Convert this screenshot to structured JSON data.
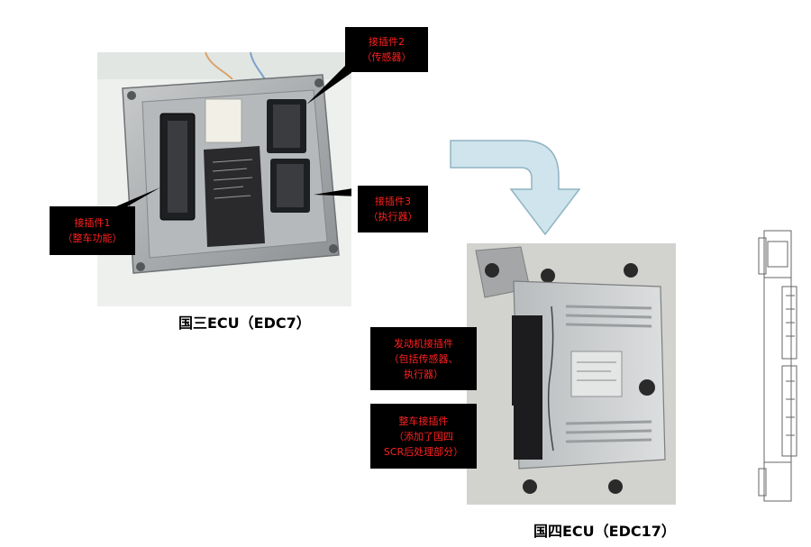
{
  "left_ecu": {
    "caption": "国三ECU（EDC7）",
    "callouts": [
      {
        "line1": "接插件2",
        "line2": "（传感器）"
      },
      {
        "line1": "接插件3",
        "line2": "（执行器）"
      },
      {
        "line1": "接插件1",
        "line2": "（整车功能）"
      }
    ]
  },
  "right_ecu": {
    "caption": "国四ECU（EDC17）",
    "callouts": [
      {
        "lines": [
          "发动机接插件",
          "（包括传感器、",
          "执行器）"
        ]
      },
      {
        "lines": [
          "整车接插件",
          "（添加了国四",
          "SCR后处理部分）"
        ]
      }
    ]
  },
  "colors": {
    "callout_bg": "#000000",
    "callout_text": "#ff2020",
    "arrow_fill": "#cfe4ec",
    "arrow_stroke": "#8fb3c2"
  }
}
